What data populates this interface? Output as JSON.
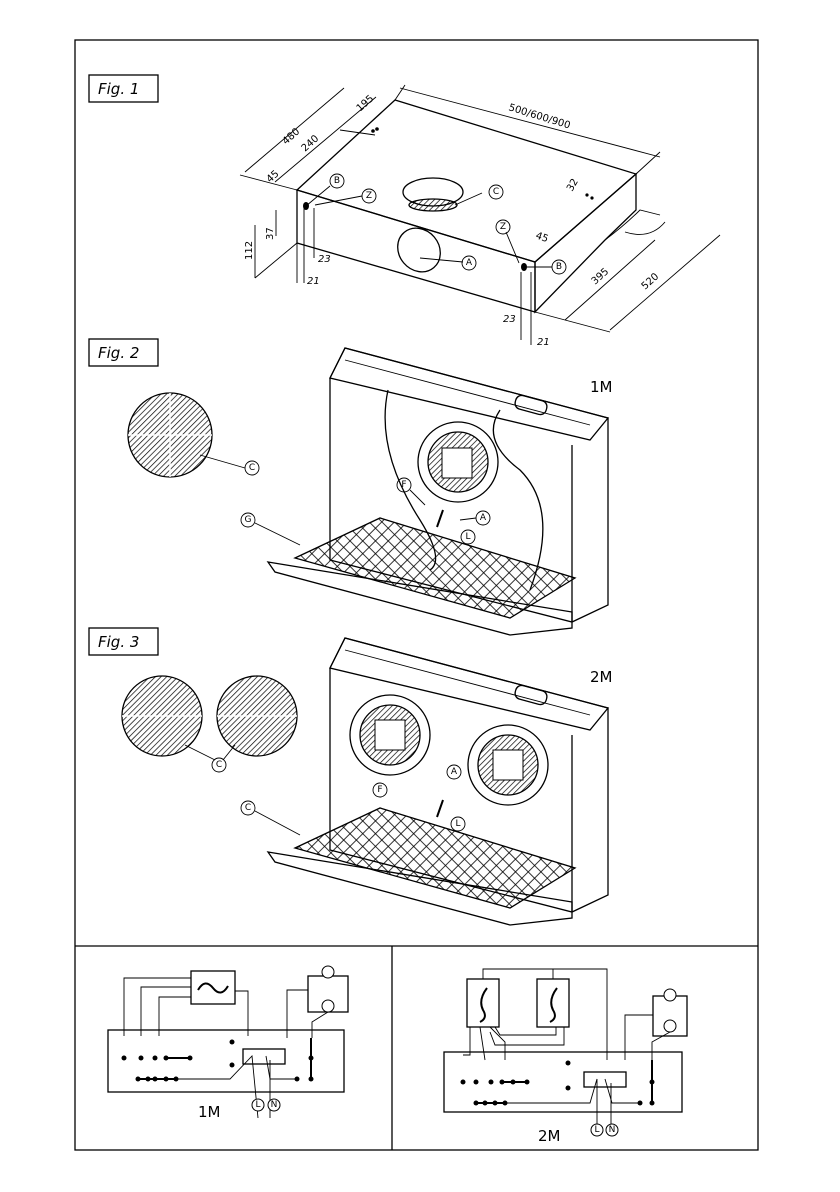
{
  "figures": {
    "fig1": {
      "label": "Fig.  1"
    },
    "fig2": {
      "label": "Fig.  2",
      "model": "1M"
    },
    "fig3": {
      "label": "Fig.  3",
      "model": "2M"
    }
  },
  "dimensions": {
    "d480": "480",
    "d195": "195",
    "d240": "240",
    "d45a": "45",
    "d500": "500/600/900",
    "d32": "32",
    "d112": "112",
    "d37": "37",
    "d23a": "23",
    "d21a": "21",
    "d45b": "45",
    "d395": "395",
    "d520": "520",
    "d23b": "23",
    "d21b": "21"
  },
  "parts": {
    "A": "A",
    "B": "B",
    "C": "C",
    "Z": "Z",
    "F": "F",
    "G": "G",
    "L": "L"
  },
  "wiring": {
    "one_motor": {
      "caption": "1M",
      "live": "L",
      "neutral": "N"
    },
    "two_motor": {
      "caption": "2M",
      "live": "L",
      "neutral": "N"
    }
  }
}
